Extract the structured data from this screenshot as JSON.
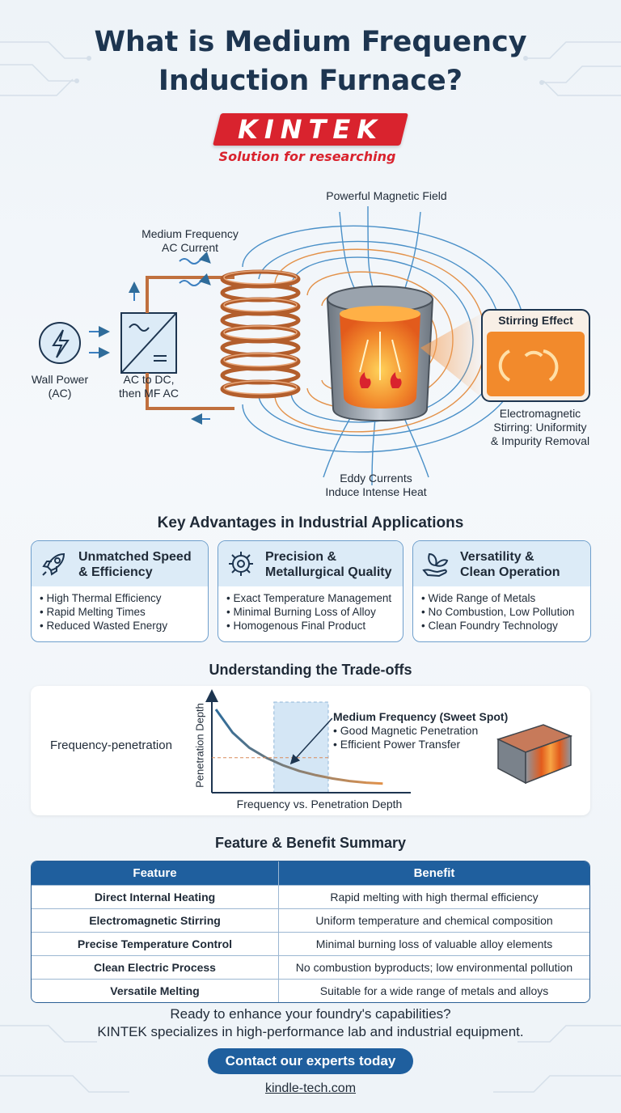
{
  "title": {
    "line1": "What is Medium Frequency",
    "line2": "Induction Furnace?"
  },
  "brand": {
    "name": "KINTEK",
    "tagline": "Solution for researching"
  },
  "diagram": {
    "magnetic_field_label": "Powerful Magnetic Field",
    "ac_current_label": [
      "Medium Frequency",
      "AC Current"
    ],
    "wall_power_label": [
      "Wall Power",
      "(AC)"
    ],
    "converter_label": [
      "AC to DC,",
      "then MF AC"
    ],
    "stirring_label": "Stirring Effect",
    "em_stirring_label": [
      "Electromagnetic",
      "Stirring: Uniformity",
      "& Impurity Removal"
    ],
    "eddy_label": [
      "Eddy Currents",
      "Induce Intense Heat"
    ]
  },
  "advantages": {
    "heading": "Key Advantages in Industrial Applications",
    "cards": [
      {
        "icon": "rocket-icon",
        "title": [
          "Unmatched Speed",
          "& Efficiency"
        ],
        "items": [
          "High Thermal Efficiency",
          "Rapid Melting Times",
          "Reduced Wasted Energy"
        ]
      },
      {
        "icon": "gear-icon",
        "title": [
          "Precision &",
          "Metallurgical Quality"
        ],
        "items": [
          "Exact Temperature Management",
          "Minimal Burning Loss of Alloy",
          "Homogenous Final Product"
        ]
      },
      {
        "icon": "leaf-hand-icon",
        "title": [
          "Versatility &",
          "Clean Operation"
        ],
        "items": [
          "Wide Range of Metals",
          "No Combustion, Low Pollution",
          "Clean Foundry Technology"
        ]
      }
    ]
  },
  "tradeoffs": {
    "heading": "Understanding the Trade-offs",
    "side_label": "Frequency-penetration",
    "callout_title": "Medium Frequency (Sweet Spot)",
    "callout_items": [
      "Good Magnetic Penetration",
      "Efficient Power Transfer"
    ]
  },
  "chart_data": {
    "type": "line",
    "xlabel": "Frequency vs. Penetration Depth",
    "ylabel": "Penetration Depth",
    "highlight_band": [
      0.32,
      0.6
    ],
    "x": [
      0,
      0.1,
      0.2,
      0.3,
      0.4,
      0.5,
      0.6,
      0.7,
      0.8,
      0.9,
      1.0
    ],
    "y": [
      1.0,
      0.72,
      0.54,
      0.42,
      0.33,
      0.26,
      0.21,
      0.17,
      0.14,
      0.12,
      0.11
    ],
    "gradient_colors": [
      "#2f6c9a",
      "#e3924a"
    ]
  },
  "summary": {
    "heading": "Feature & Benefit Summary",
    "columns": [
      "Feature",
      "Benefit"
    ],
    "rows": [
      [
        "Direct Internal Heating",
        "Rapid melting with high thermal efficiency"
      ],
      [
        "Electromagnetic Stirring",
        "Uniform temperature and chemical composition"
      ],
      [
        "Precise Temperature Control",
        "Minimal burning loss of valuable alloy elements"
      ],
      [
        "Clean Electric Process",
        "No combustion byproducts; low environmental pollution"
      ],
      [
        "Versatile Melting",
        "Suitable for a wide range of metals and alloys"
      ]
    ]
  },
  "cta": {
    "line1": "Ready to enhance your foundry's capabilities?",
    "line2": "KINTEK specializes in high-performance lab and industrial equipment.",
    "button": "Contact our experts today",
    "website": "kindle-tech.com"
  },
  "colors": {
    "navy": "#1d3550",
    "brand_red": "#d9232e",
    "accent_blue": "#1f5f9e",
    "copper": "#c0703e",
    "field_blue": "#4a90c8",
    "field_orange": "#e3924a"
  }
}
